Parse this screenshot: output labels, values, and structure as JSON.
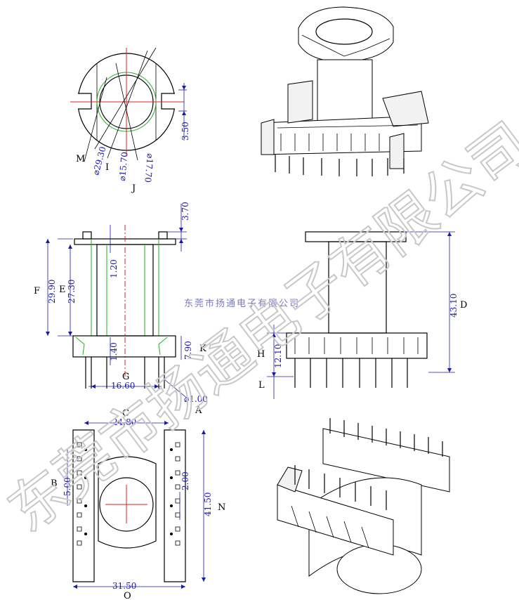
{
  "watermark": {
    "small": "东莞市扬通电子有限公司",
    "big": "东莞市扬通电子有限公司"
  },
  "top_view": {
    "labels": {
      "m": "M",
      "i": "I",
      "j": "J"
    },
    "dims": {
      "d1": "⌀29.30",
      "d2": "⌀15.70",
      "d3": "⌀17.70",
      "slot": "3.50"
    }
  },
  "front_view": {
    "labels": {
      "f": "F",
      "e": "E",
      "g": "G",
      "k": "K",
      "a": "A"
    },
    "dims": {
      "top": "3.70",
      "f": "29.90",
      "e": "27.30",
      "wall": "1.20",
      "base": "1.40",
      "width": "16.60",
      "k": "7.90",
      "pin": "⌀1.00"
    }
  },
  "side_view": {
    "labels": {
      "d": "D",
      "h": "H",
      "l": "L"
    },
    "dims": {
      "d": "43.10",
      "h": "12.10"
    }
  },
  "bottom_view": {
    "labels": {
      "c": "C",
      "b": "B",
      "n": "N",
      "o": "O"
    },
    "dims": {
      "c": "24.80",
      "b": "5.00",
      "pitch": "2.00",
      "n": "41.50",
      "o": "31.50"
    }
  }
}
